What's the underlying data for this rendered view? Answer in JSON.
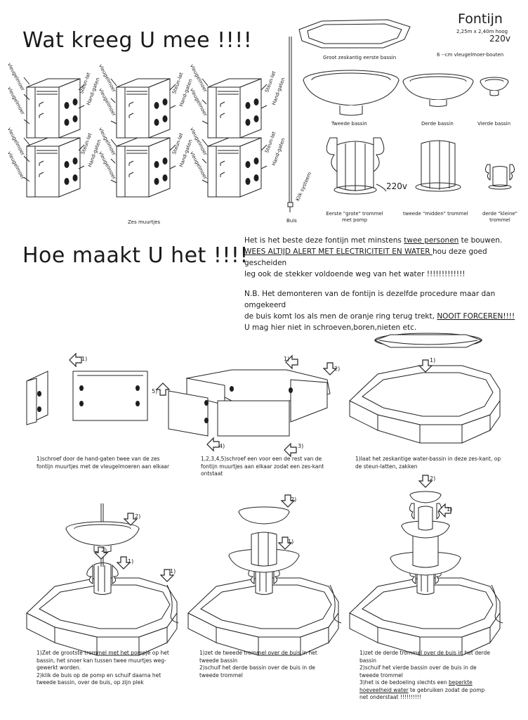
{
  "header": {
    "title_received": "Wat kreeg U mee !!!!",
    "title_how": "Hoe maakt U het !!!!",
    "product_name": "Fontijn",
    "dimensions": "2,25m x 2,40m hoog",
    "voltage": "220v"
  },
  "parts": {
    "walls_label": "Zes muurtjes",
    "label_steun_lat": "Steun-lat",
    "label_hand_gaten": "Hand-gaten",
    "label_vleugelmoer": "vleugelmoer",
    "pipe_label": "Buis",
    "click_system": "Klik systeem",
    "basin1": "Groot zeskantig  eerste bassin",
    "bolts": "6  --cm vleugelmoer-bouten",
    "basin2": "Tweede bassin",
    "basin3": "Derde bassin",
    "basin4": "Vierde bassin",
    "pump_voltage": "220v",
    "drum1": "Eerste \"grote\" trommel met pomp",
    "drum2": "tweede \"midden\" trommel",
    "drum3": "derde \"kleine\" trommel"
  },
  "intro": {
    "line1_pre": "Het is het beste deze fontijn met minstens ",
    "line1_u": "twee personen",
    "line1_post": " te bouwen.",
    "line2_u": "WEES ALTIJD ALERT MET ELECTRICITEIT EN WATER ",
    "line2_post": "hou deze goed gescheiden",
    "line3": "leg ook de stekker voldoende weg van het water !!!!!!!!!!!!!",
    "line4": "N.B. Het demonteren van de fontijn is dezelfde procedure maar dan omgekeerd",
    "line5_pre": "de buis komt los als men de oranje ring terug trekt, ",
    "line5_u": "NOOIT FORCEREN!!!!",
    "line6": "U mag hier niet in schroeven,boren,nieten etc."
  },
  "steps": {
    "s1": "1)schroef door de hand-gaten twee van de zes fontijn muurtjes  met de vleugelmoeren aan elkaar",
    "s2": "1,2,3,4,5)schroef een voor een de rest van de fontijn muurtjes aan elkaar zodat een zes-kant ontstaat",
    "s3": "1)laat het zeskantige water-bassin in deze zes-kant, op de steun-latten, zakken",
    "s4a": "1)Zet de grootste trommel met het pompje op het bassin, het snoer kan tussen twee muurtjes weg-gewerkt worden.",
    "s4b": "2)klik de buis  op de pomp en schuif daarna het tweede bassin, over de buis, op zijn plek",
    "s5a": "1)zet de tweede trommel  over de buis in het tweede bassin",
    "s5b": "2)schuif het derde bassin over de buis in de tweede trommel",
    "s6a": "1)zet de derde trommel over de buis in het derde bassin",
    "s6b": "2)schuif het vierde bassin over de buis in de tweede trommel",
    "s6c_pre": "3)het is de bedoeling slechts een ",
    "s6c_u": "beperkte hoeveelheid water",
    "s6c_post": " te gebruiken zodat de pomp net onderstaat !!!!!!!!!!"
  },
  "arrows": {
    "n1": "1)",
    "n2": "2)",
    "n3": "3)",
    "n4": "4)",
    "n5": "5)"
  }
}
